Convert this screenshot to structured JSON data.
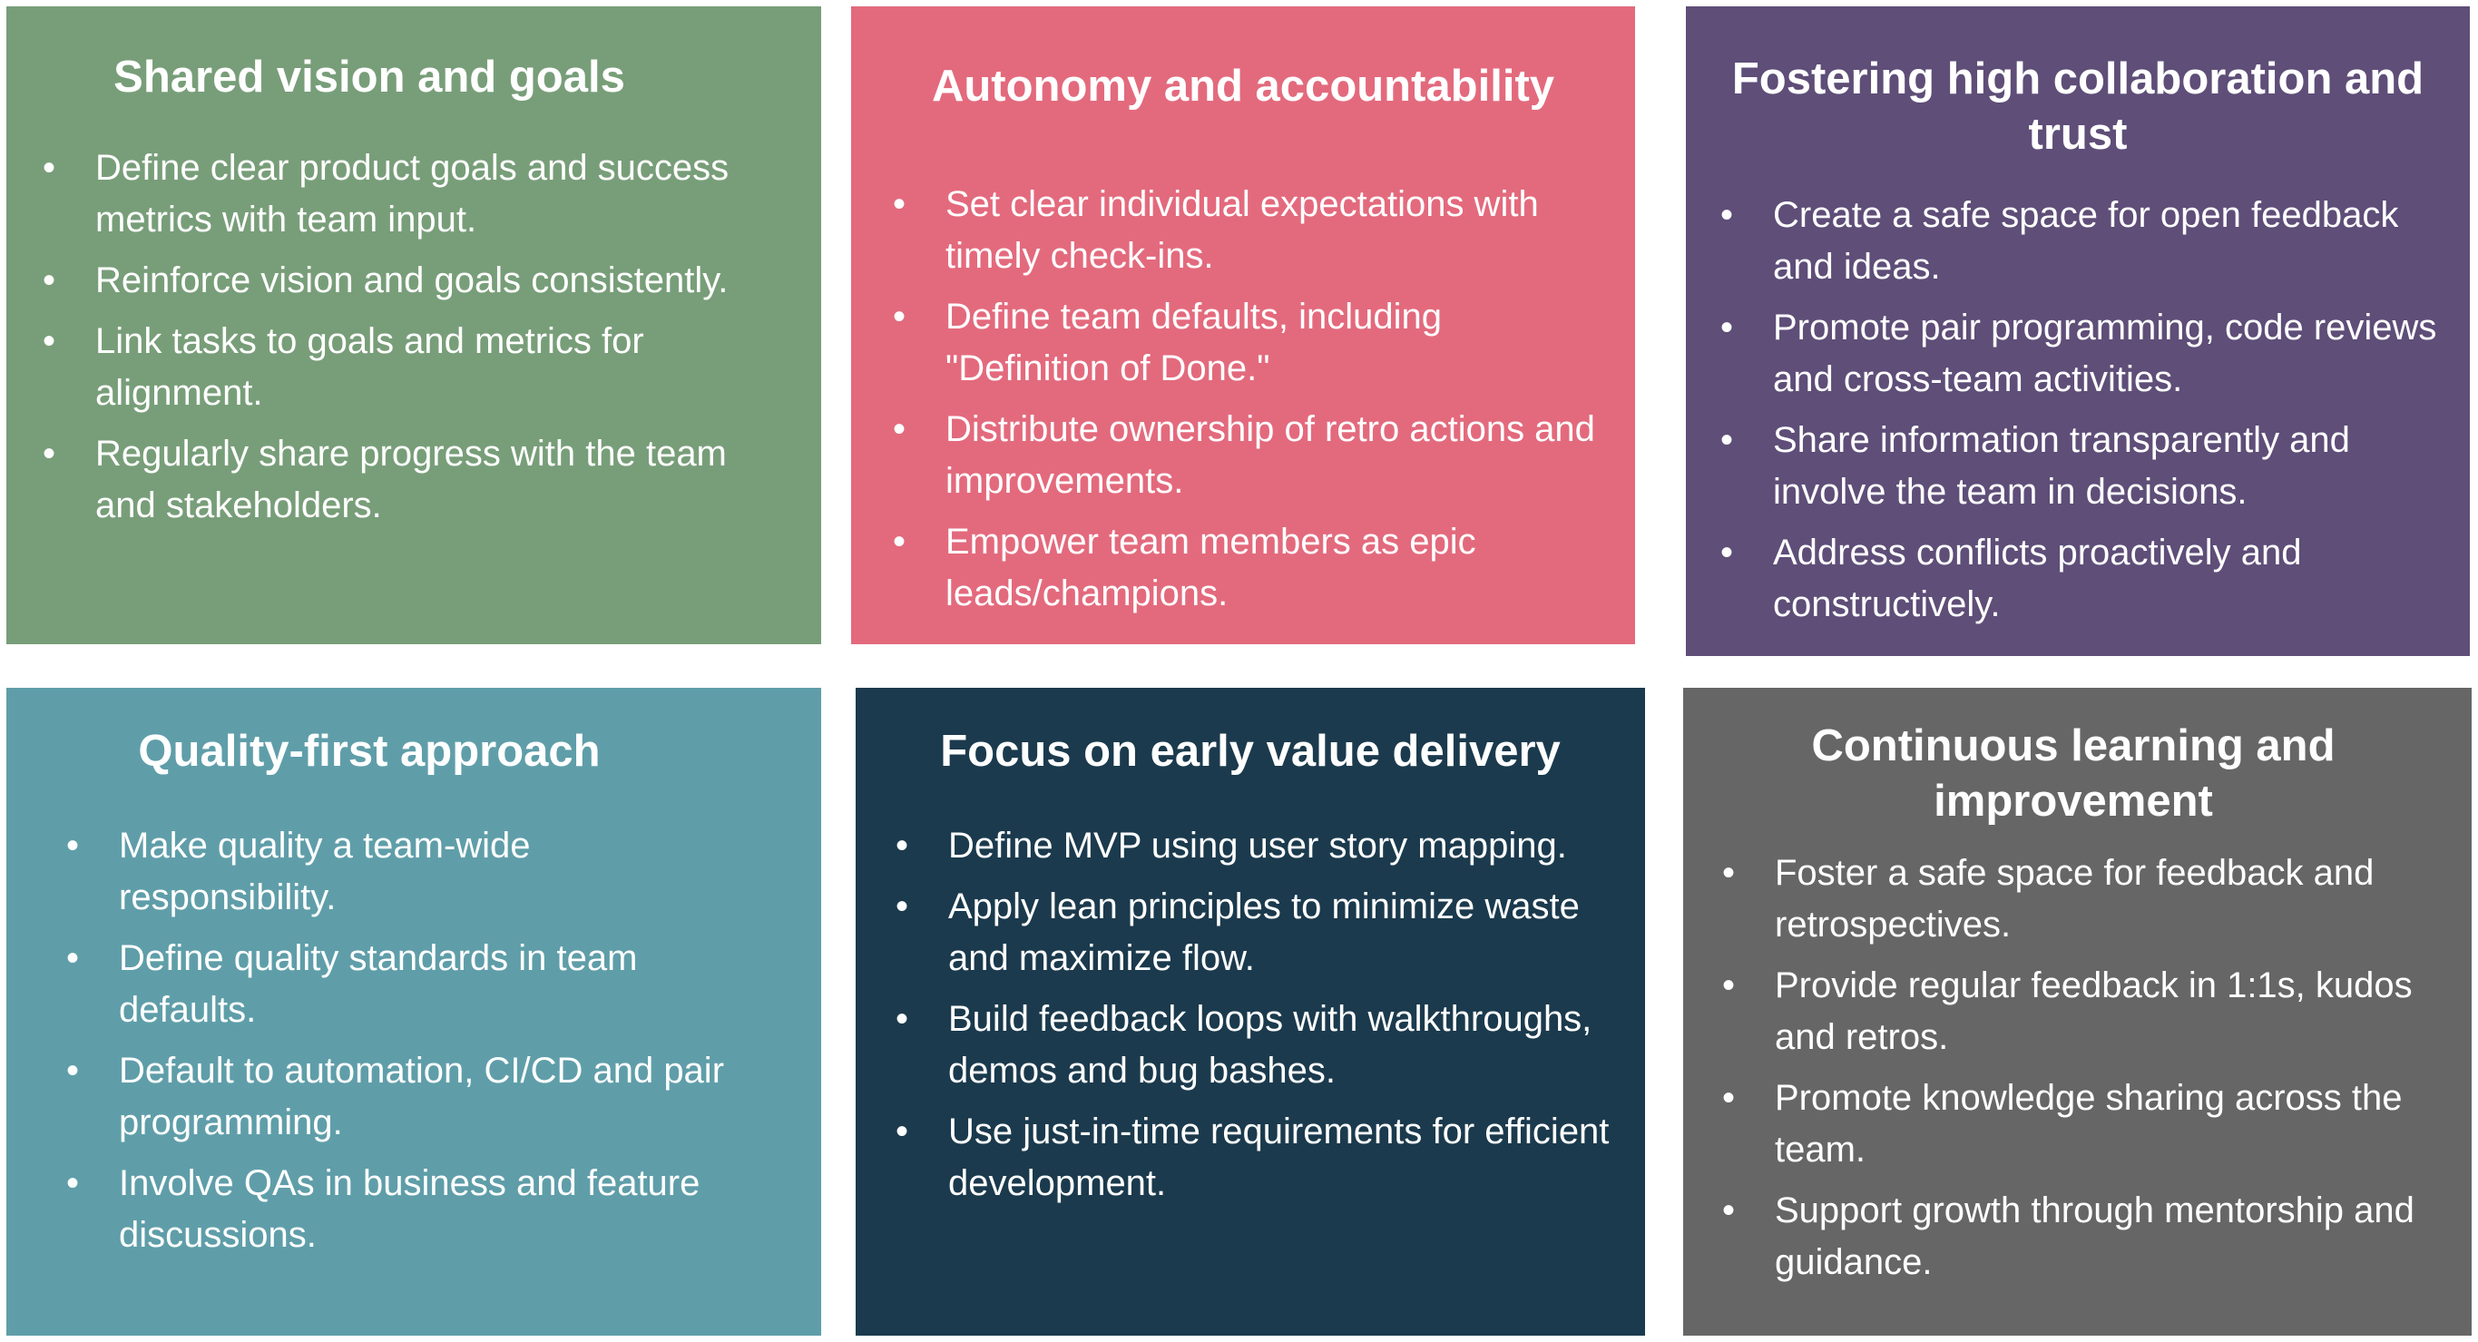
{
  "cards": [
    {
      "title": "Shared vision and goals",
      "color": "#789e79",
      "items": [
        "Define clear product goals and success metrics with team input.",
        "Reinforce vision and goals consistently.",
        "Link tasks to goals and metrics for alignment.",
        "Regularly share progress with the team and stakeholders."
      ]
    },
    {
      "title": "Autonomy and accountability",
      "color": "#e36a7d",
      "items": [
        "Set clear individual expectations with timely check-ins.",
        "Define team defaults, including \"Definition of Done.\"",
        "Distribute ownership of retro actions and improvements.",
        "Empower team members as epic leads/champions."
      ]
    },
    {
      "title": "Fostering high collaboration and trust",
      "color": "#5e4e78",
      "items": [
        "Create a safe space for open feedback and ideas.",
        "Promote pair programming, code reviews and cross-team activities.",
        "Share information transparently and involve the team in decisions.",
        "Address conflicts proactively and constructively."
      ]
    },
    {
      "title": "Quality-first approach",
      "color": "#5f9ea9",
      "items": [
        "Make quality a team-wide responsibility.",
        "Define quality standards in team defaults.",
        "Default to automation, CI/CD and pair programming.",
        "Involve QAs in business and feature discussions."
      ]
    },
    {
      "title": "Focus on early value delivery",
      "color": "#1b3a4d",
      "items": [
        "Define MVP using user story mapping.",
        "Apply lean principles to minimize waste and maximize flow.",
        "Build feedback loops with walkthroughs, demos and bug bashes.",
        "Use just-in-time requirements for efficient development."
      ]
    },
    {
      "title": "Continuous learning and improvement",
      "color": "#666666",
      "items": [
        "Foster a safe space for feedback and retrospectives.",
        "Provide regular feedback in 1:1s, kudos and retros.",
        "Promote knowledge sharing across the team.",
        "Support growth through mentorship and guidance."
      ]
    }
  ],
  "bullet_glyph": "•"
}
